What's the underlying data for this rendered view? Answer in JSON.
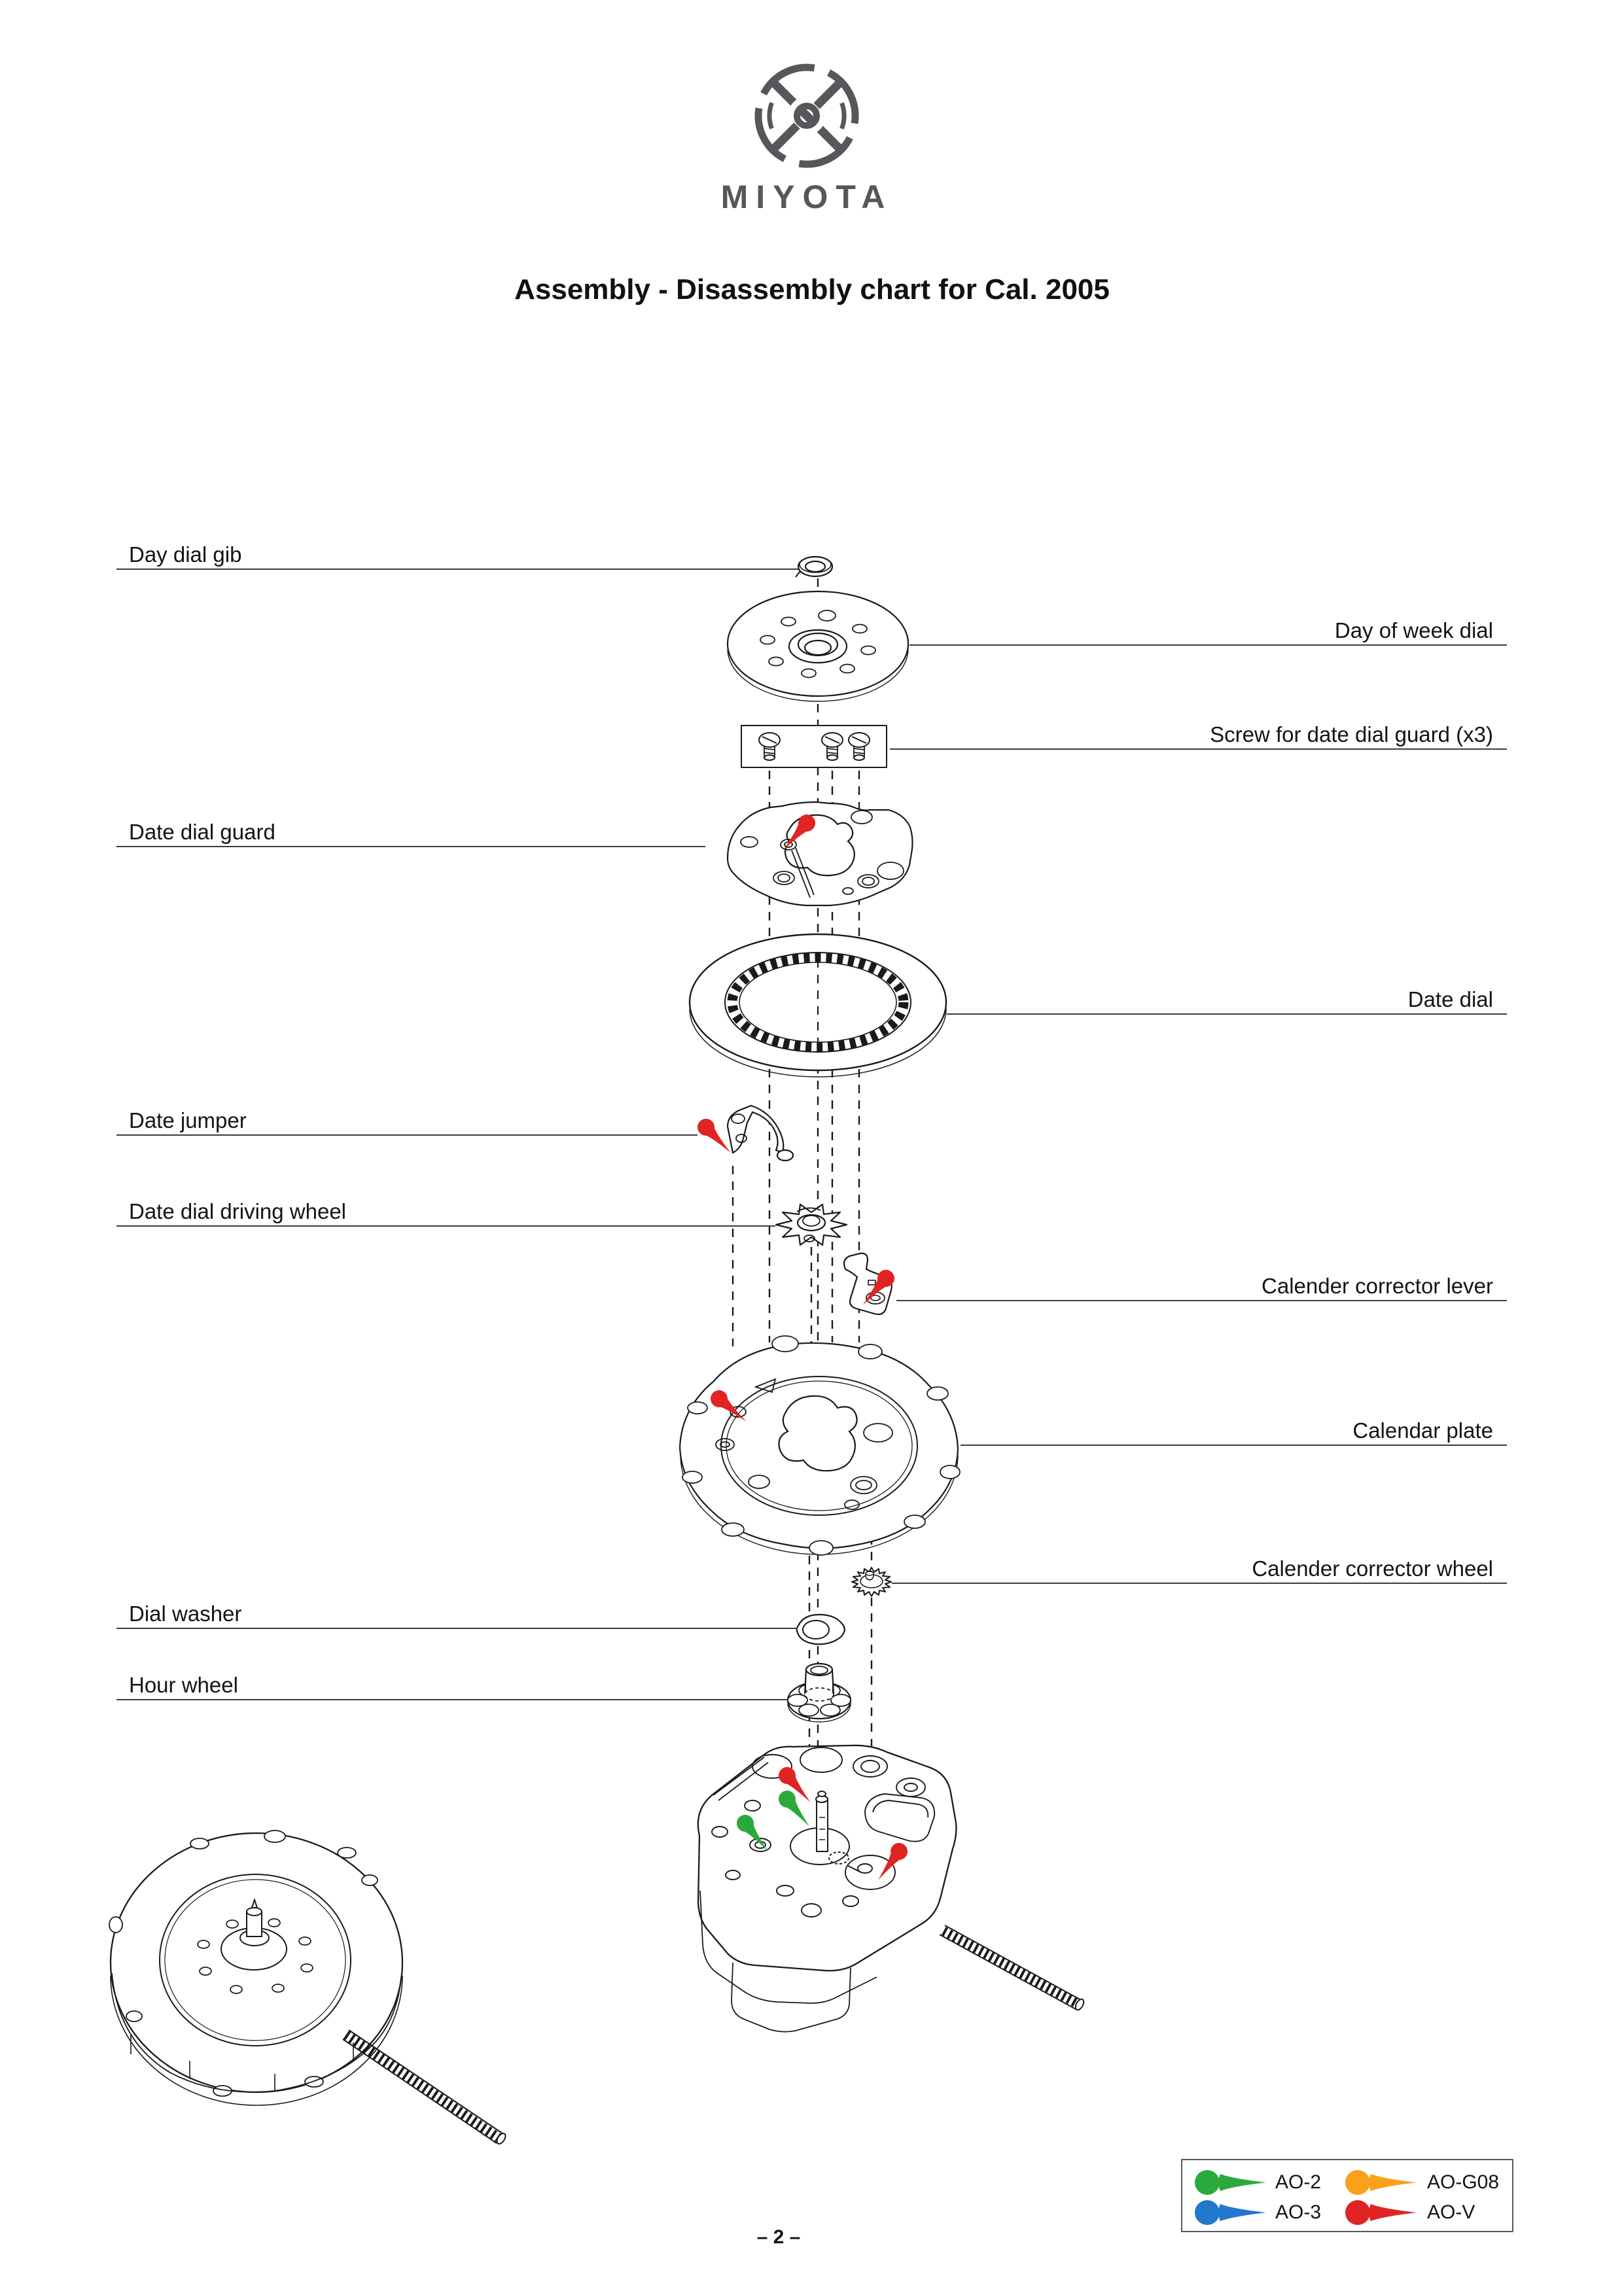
{
  "header": {
    "brand": "MIYOTA",
    "title": "Assembly - Disassembly chart for Cal. 2005"
  },
  "colors": {
    "red": "#e02424",
    "green": "#2ca93c",
    "blue": "#2278cc",
    "orange": "#f9a11b",
    "logo_gray": "#55575b"
  },
  "labels": {
    "left": [
      {
        "text": "Day dial gib"
      },
      {
        "text": "Date dial guard"
      },
      {
        "text": "Date jumper"
      },
      {
        "text": "Date dial driving wheel"
      },
      {
        "text": "Dial washer"
      },
      {
        "text": "Hour wheel"
      }
    ],
    "right": [
      {
        "text": "Day of week dial"
      },
      {
        "text": "Screw for date dial guard (x3)"
      },
      {
        "text": "Date dial"
      },
      {
        "text": "Calender corrector lever"
      },
      {
        "text": "Calendar plate"
      },
      {
        "text": "Calender corrector wheel"
      }
    ]
  },
  "legend": {
    "items": [
      {
        "label": "AO-2",
        "color": "#2ca93c"
      },
      {
        "label": "AO-3",
        "color": "#2278cc"
      },
      {
        "label": "AO-G08",
        "color": "#f9a11b"
      },
      {
        "label": "AO-V",
        "color": "#e02424"
      }
    ]
  },
  "footer": {
    "page_number": "– 2 –"
  }
}
